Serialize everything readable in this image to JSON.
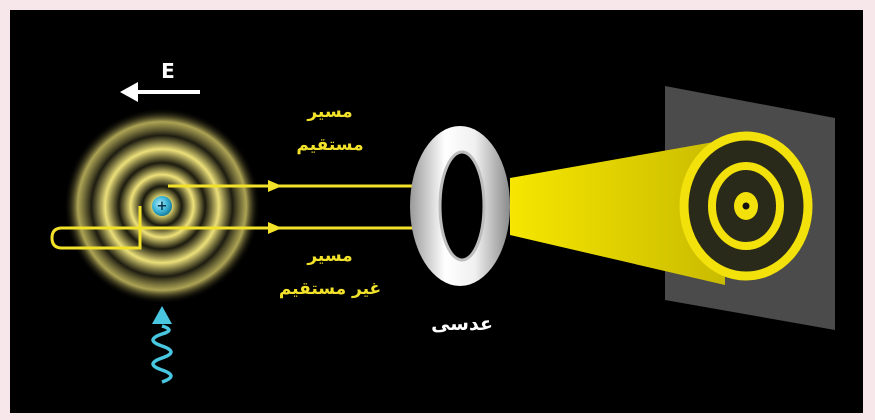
{
  "labels": {
    "field": "E",
    "direct_path_line1": "مسیر",
    "direct_path_line2": "مستقیم",
    "indirect_path_line1": "مسیر",
    "indirect_path_line2": "غیر مستقیم",
    "lens": "عدسی",
    "nucleus_sign": "+"
  },
  "colors": {
    "background": "#000000",
    "border": "#f7e6ea",
    "ray": "#f2e22a",
    "ring_glow": "#e8dd6a",
    "nucleus": "#3fb7d8",
    "photon": "#49c6e0",
    "lens": "#e9e9e9",
    "screen": "#4a4a4a",
    "pattern_ring": "#f2e10a",
    "beam": "#f4e300"
  },
  "icons": {
    "field_arrow": "left-arrow-icon",
    "photon": "wavy-up-arrow-icon"
  }
}
